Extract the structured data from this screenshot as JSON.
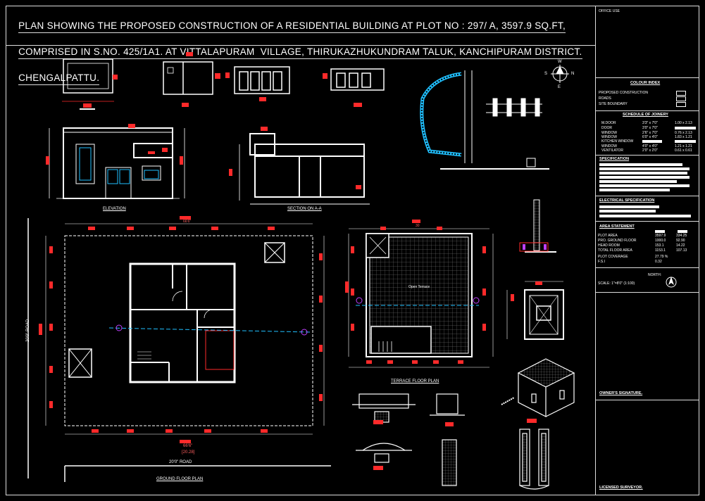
{
  "title": {
    "line1": "PLAN SHOWING THE PROPOSED CONSTRUCTION OF A RESIDENTIAL BUILDING AT PLOT NO : 297/ A, 3597.9 SQ.FT,",
    "line2": "COMPRISED IN S.NO. 425/1A1. AT VITTALAPURAM  VILLAGE, THIRUKAZHUKUNDRAM TALUK, KANCHIPURAM DISTRICT.",
    "line3": "CHENGALPATTU."
  },
  "labels": {
    "elevation": "ELEVATION",
    "section": "SECTION ON A-A",
    "terrace_plan": "TERRACE FLOOR PLAN",
    "ground_plan": "GROUND FLOOR PLAN",
    "open_terrace": "Open Terrace",
    "road_left": "20'0\" ROAD",
    "road_bottom": "20'0\" ROAD",
    "dim_bottom1": "66'6\"",
    "dim_bottom2": "[20.28]",
    "dim_top": "66'6\"",
    "terrace_dim": "30",
    "compass_n": "N",
    "compass_s": "S",
    "compass_e": "E",
    "compass_w": "W"
  },
  "panel": {
    "office_use": "OFFICE USE",
    "colour_index": "COLOUR INDEX",
    "colour_items": [
      "PROPOSED CONSTRUCTION",
      "ROADS",
      "SITE BOUNDARY"
    ],
    "schedule": "SCHEDULE OF JOINERY",
    "joinery": [
      {
        "name": "M.DOOR",
        "size": "3'3\" x 7'0\"",
        "metric": "1.00 x 2.13"
      },
      {
        "name": "DOOR",
        "size": "3'0\" x 7'0\"",
        "metric": ""
      },
      {
        "name": "WINDOW",
        "size": "2'6\" x 7'0\"",
        "metric": "0.76 x 2.13"
      },
      {
        "name": "WINDOW",
        "size": "6'0\" x 4'0\"",
        "metric": "1.83 x 1.21"
      },
      {
        "name": "KITCHEN WINDOW",
        "size": "",
        "metric": ""
      },
      {
        "name": "WINDOW",
        "size": "4'0\" x 4'0\"",
        "metric": "1.21 x 1.21"
      },
      {
        "name": "VENTILATOR",
        "size": "2'0\" x 2'0\"",
        "metric": "0.61 x 0.61"
      }
    ],
    "specification": "SPECIFICATION",
    "electrical": "ELECTRICAL SPECIFICATION",
    "area_statement": "AREA STATEMENT",
    "area": [
      {
        "name": "PLOT AREA",
        "a": "3597.9",
        "b": "334.25"
      },
      {
        "name": "PRO. GROUND FLOOR",
        "a": "1000.0",
        "b": "92.90"
      },
      {
        "name": "HEAD ROOM",
        "a": "153.1",
        "b": "14.22"
      },
      {
        "name": "TOTAL FLOOR AREA",
        "a": "1153.1",
        "b": "107.13"
      },
      {
        "name": "PLOT COVERAGE",
        "a": "27.79 %",
        "b": ""
      },
      {
        "name": "F.S.I",
        "a": "0.32",
        "b": ""
      }
    ],
    "scale": "SCALE:  1\"=8'0\" (1:100)",
    "north": "NORTH:",
    "owner": "OWNER'S SIGNATURE.",
    "surveyor": "LICENSED SURVEYOR."
  },
  "colors": {
    "background": "#000000",
    "wall": "#ffffff",
    "dimension": "#ff2a2a",
    "axis": "#20c0ff",
    "marker": "#c040ff"
  }
}
